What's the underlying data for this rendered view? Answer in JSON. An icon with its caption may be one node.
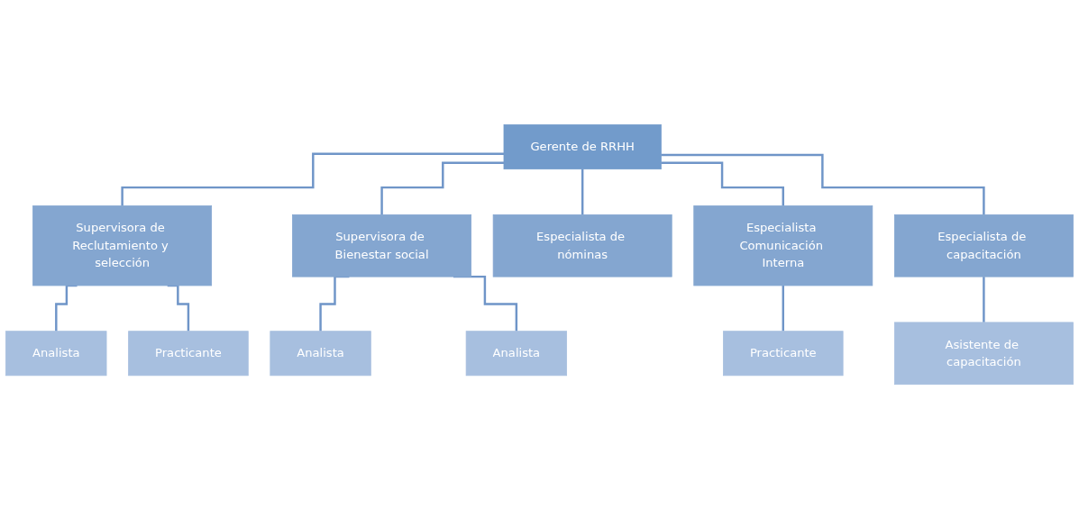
{
  "diagram": {
    "nodes": [
      {
        "text": [
          "Gerente de RRHH"
        ]
      },
      {
        "text": [
          "Supervisora de Reclutamiento y selección"
        ]
      },
      {
        "text": [
          "Supervisora de Bienestar social"
        ]
      },
      {
        "text": [
          "Especialista de nóminas"
        ]
      },
      {
        "text": [
          "Especialista Comunicación Interna"
        ]
      },
      {
        "text": [
          "Especialista de capacitación"
        ]
      },
      {
        "text": [
          "Analista"
        ]
      },
      {
        "text": [
          "Practicante"
        ]
      },
      {
        "text": [
          "Analista"
        ]
      },
      {
        "text": [
          "Analista"
        ]
      },
      {
        "text": [
          "Practicante"
        ]
      },
      {
        "text": [
          "Asistente de capacitación"
        ]
      }
    ],
    "edges": [
      {
        "from": 0,
        "to": 1,
        "arrow": "none"
      },
      {
        "from": 0,
        "to": 2,
        "arrow": "none"
      },
      {
        "from": 0,
        "to": 3,
        "arrow": "none"
      },
      {
        "from": 0,
        "to": 4,
        "arrow": "none"
      },
      {
        "from": 0,
        "to": 5,
        "arrow": "none"
      },
      {
        "from": 1,
        "to": 6,
        "arrow": "none"
      },
      {
        "from": 1,
        "to": 7,
        "arrow": "none"
      },
      {
        "from": 2,
        "to": 8,
        "arrow": "none"
      },
      {
        "from": 2,
        "to": 9,
        "arrow": "none"
      },
      {
        "from": 4,
        "to": 10,
        "arrow": "none"
      },
      {
        "from": 5,
        "to": 11,
        "arrow": "none"
      }
    ]
  }
}
